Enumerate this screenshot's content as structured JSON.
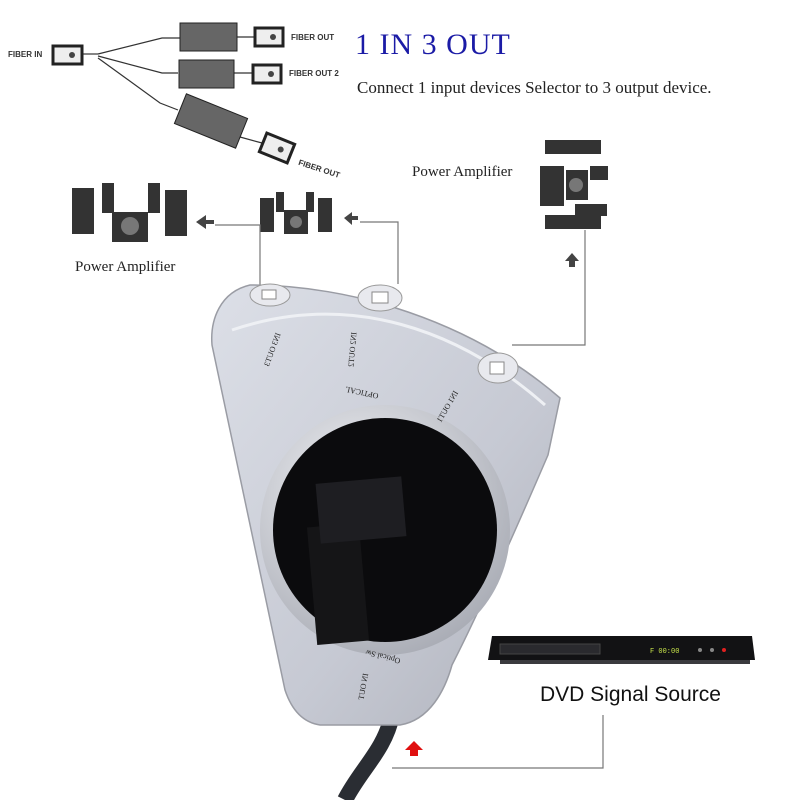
{
  "header": {
    "title": "1 IN 3 OUT",
    "subtitle": "Connect 1 input devices Selector to 3 output device."
  },
  "fiber_diagram": {
    "input_label": "FIBER IN",
    "outputs": [
      "FIBER OUT",
      "FIBER OUT 2",
      "FIBER OUT"
    ]
  },
  "labels": {
    "power_amplifier_left": "Power Amplifier",
    "power_amplifier_right": "Power Amplifier",
    "dvd_source": "DVD Signal Source"
  },
  "device": {
    "port_labels": [
      "IN3 OUT3",
      "IN2 OUT2",
      "IN1 OUT1"
    ],
    "optical_label": "OPTICAL",
    "brand_label": "Optical Sw",
    "input_port_label": "IN OUT"
  },
  "colors": {
    "title": "#1b1ba6",
    "arrow": "#e01010",
    "silver": "#c9ccd6"
  }
}
